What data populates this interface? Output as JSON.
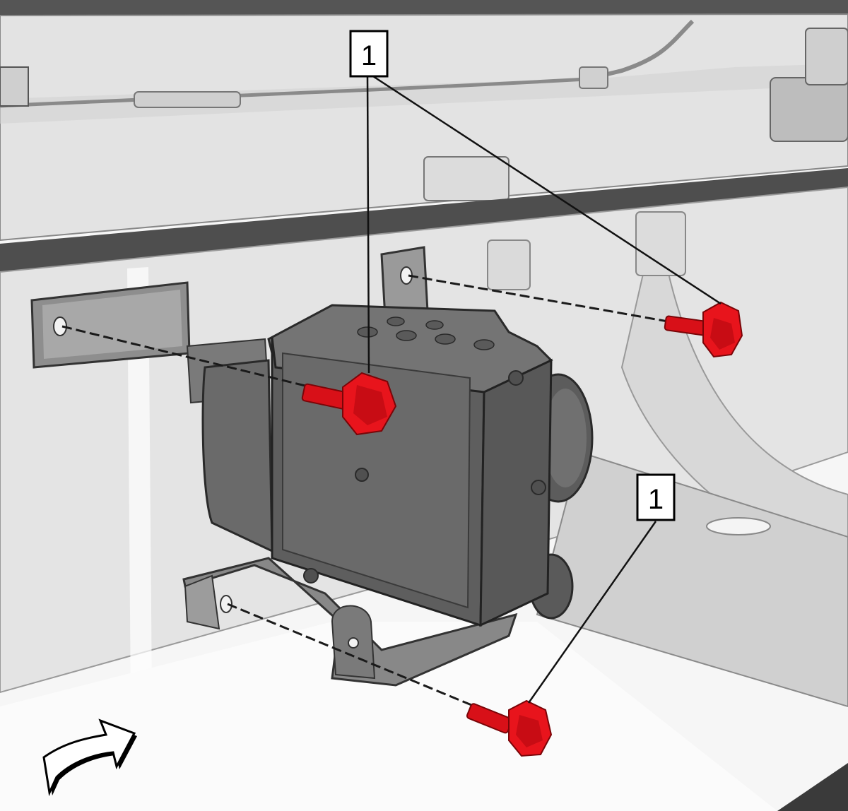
{
  "callouts": [
    {
      "label": "1",
      "target": "fastener"
    },
    {
      "label": "1",
      "target": "fastener"
    }
  ],
  "colors": {
    "fastener": "#e8141c",
    "fastener_shade": "#a80a10",
    "module": "#6e6e6e",
    "module_dark": "#4a4a4a",
    "frame": "#d6d6d6",
    "frame_shade": "#9e9e9e",
    "outline": "#2a2a2a"
  },
  "icons": [
    "front-direction-arrow-icon",
    "fastener-icon"
  ]
}
